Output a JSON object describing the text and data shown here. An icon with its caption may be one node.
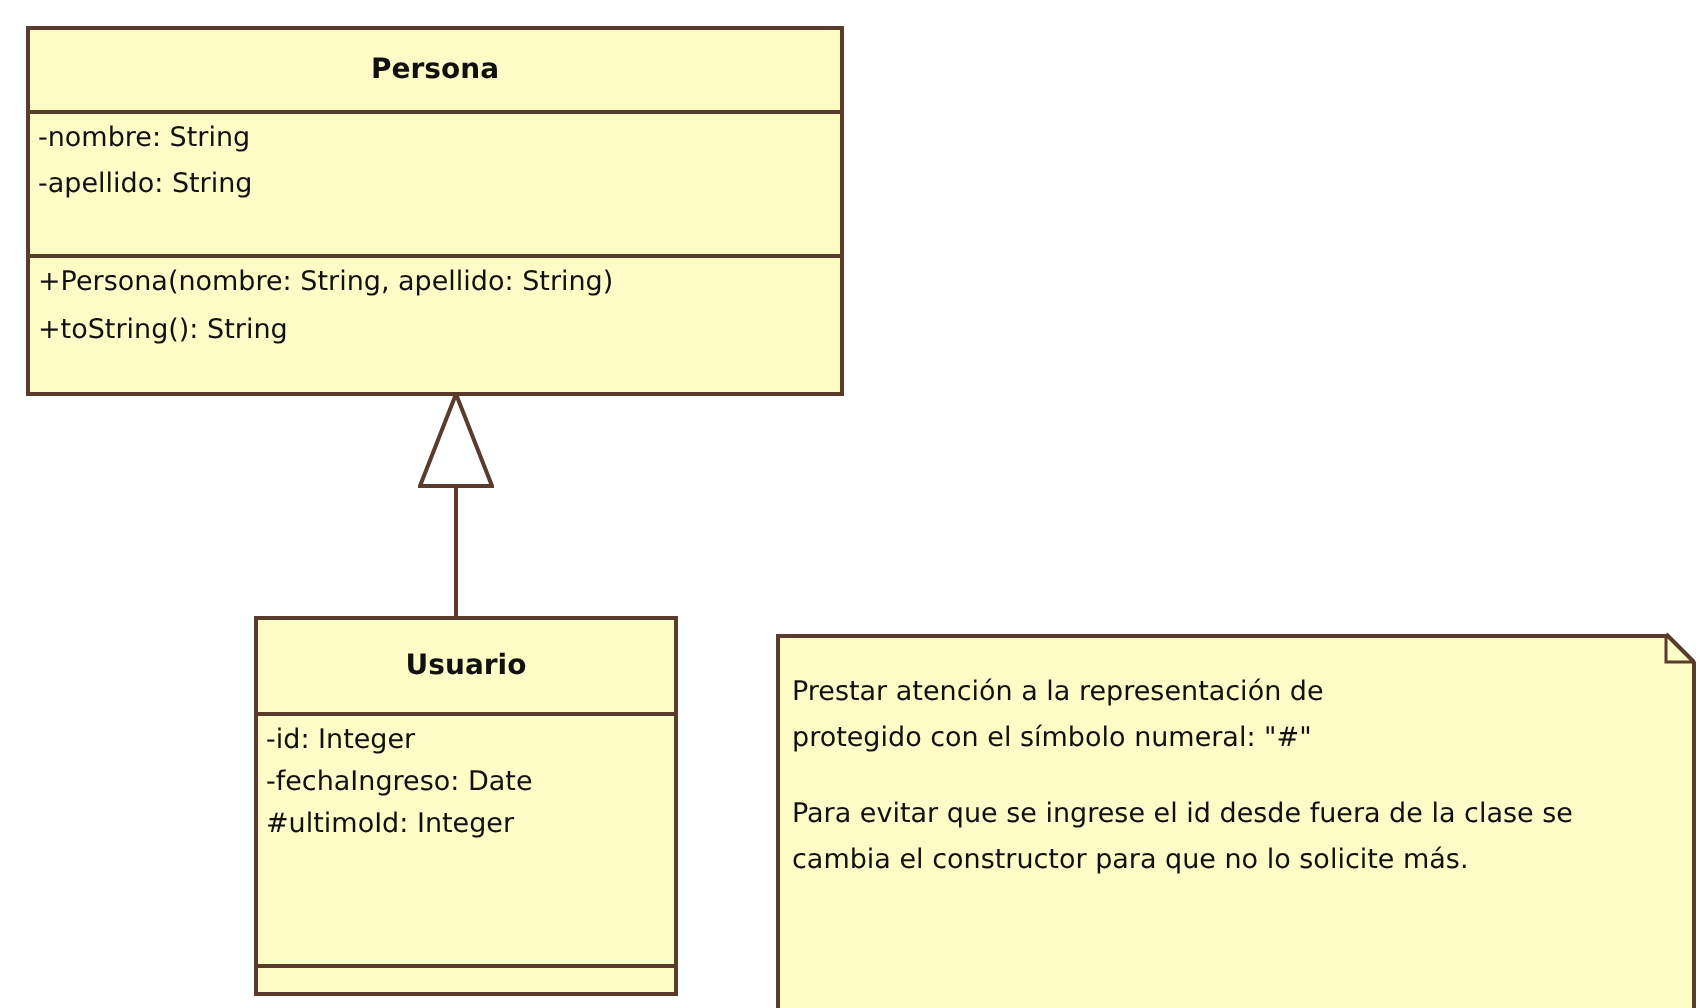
{
  "diagram": {
    "nodes": [
      {
        "text": [
          "Persona",
          "-nombre: String",
          "-apellido: String",
          "+Persona(nombre: String, apellido: String)",
          "+toString(): String"
        ]
      },
      {
        "text": [
          "Usuario",
          "-id: Integer",
          "-fechaIngreso: Date",
          "#ultimoId: Integer"
        ]
      },
      {
        "text": [
          "Prestar atención a la representación de protegido con el símbolo numeral: \"#\"",
          "Para evitar que se ingrese el id desde fuera de la clase se cambia el constructor para que no lo solicite más."
        ]
      }
    ],
    "edges": [
      {
        "from": 1,
        "to": 0,
        "arrow": "to"
      }
    ]
  }
}
